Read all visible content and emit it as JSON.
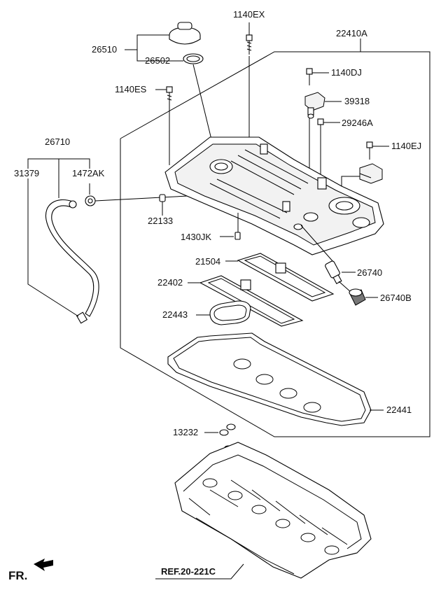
{
  "labels": {
    "p1140EX": "1140EX",
    "p22410A": "22410A",
    "p26510": "26510",
    "p26502": "26502",
    "p1140DJ": "1140DJ",
    "p1140ES": "1140ES",
    "p39318": "39318",
    "p29246A": "29246A",
    "p26710": "26710",
    "p1140EJ": "1140EJ",
    "p31379": "31379",
    "p1472AK": "1472AK",
    "p22133": "22133",
    "p1430JK": "1430JK",
    "p21504": "21504",
    "p26740": "26740",
    "p22402": "22402",
    "p26740B": "26740B",
    "p22443": "22443",
    "p22441": "22441",
    "p13232": "13232",
    "ref": "REF.20-221C",
    "fr": "FR."
  }
}
